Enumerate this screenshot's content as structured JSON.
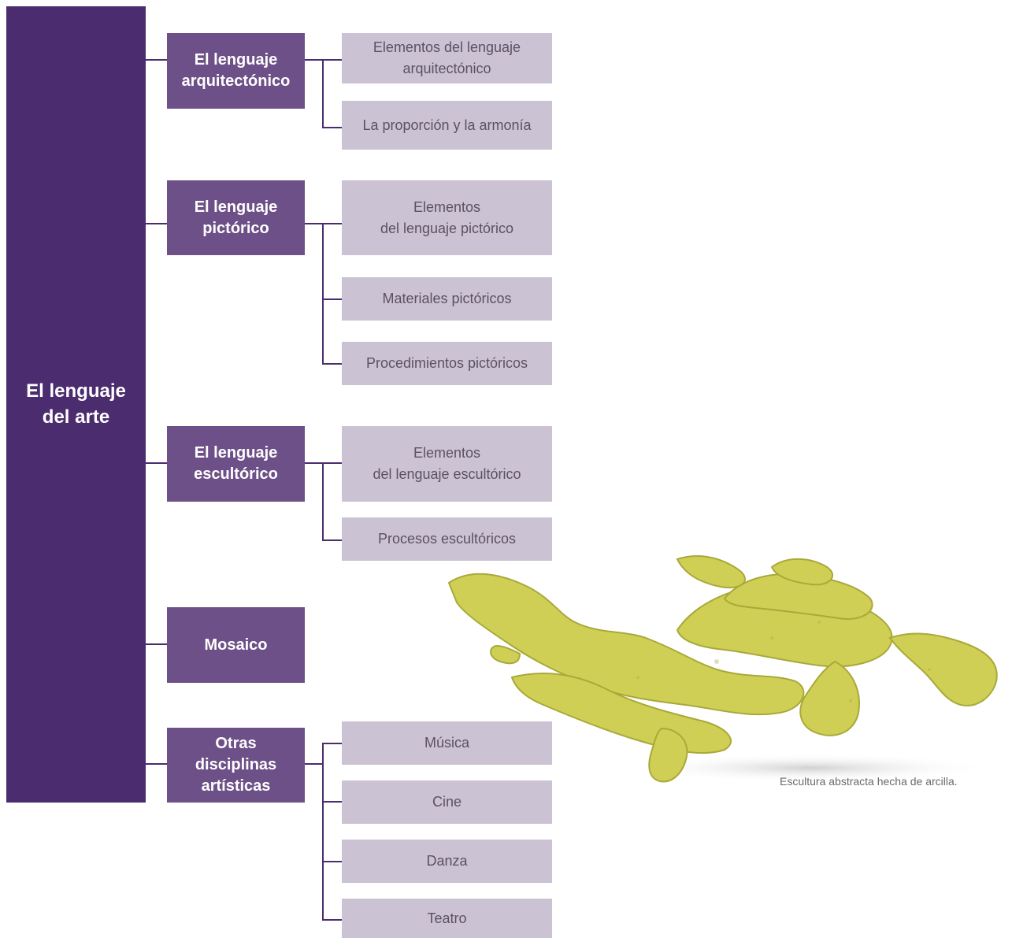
{
  "root": {
    "label": "El lenguaje\ndel arte"
  },
  "categories": [
    {
      "label": "El lenguaje\narquitectónico",
      "items": [
        "Elementos del lenguaje\narquitectónico",
        "La proporción y la armonía"
      ]
    },
    {
      "label": "El lenguaje\npictórico",
      "items": [
        "Elementos\ndel lenguaje pictórico",
        "Materiales pictóricos",
        "Procedimientos pictóricos"
      ]
    },
    {
      "label": "El lenguaje\nescultórico",
      "items": [
        "Elementos\ndel lenguaje escultórico",
        "Procesos escultóricos"
      ]
    },
    {
      "label": "Mosaico",
      "items": []
    },
    {
      "label": "Otras\ndisciplinas\nartísticas",
      "items": [
        "Música",
        "Cine",
        "Danza",
        "Teatro"
      ]
    }
  ],
  "figure": {
    "caption": "Escultura abstracta hecha de arcilla.",
    "colors": {
      "sculpture": "#cfcf55",
      "sculpture_shadow": "#a9a93a"
    }
  },
  "colors": {
    "root": "#4b2c6e",
    "category": "#6e5088",
    "leaf": "#cbc3d3",
    "leaf_text": "#5b5163",
    "line": "#4b2c6e"
  }
}
